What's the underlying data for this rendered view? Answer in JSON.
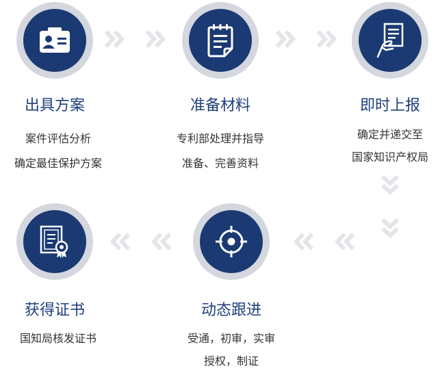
{
  "colors": {
    "circle_fill": "#1b3a73",
    "ring": "#d4d7de",
    "title_text": "#1e3f7d",
    "body_text": "#333333",
    "arrow": "#e3e5e8"
  },
  "steps": [
    {
      "icon": "id-card-icon",
      "title": "出具方案",
      "lines": [
        "案件评估分析",
        "确定最佳保护方案"
      ]
    },
    {
      "icon": "clipboard-icon",
      "title": "准备材料",
      "lines": [
        "专利部处理并指导",
        "准备、完善资料"
      ]
    },
    {
      "icon": "hand-document-icon",
      "title": "即时上报",
      "lines": [
        "确定并递交至",
        "国家知识产权局"
      ]
    },
    {
      "icon": "crosshair-icon",
      "title": "动态跟进",
      "lines": [
        "受通，初审，实审",
        "授权，制证"
      ]
    },
    {
      "icon": "certificate-icon",
      "title": "获得证书",
      "lines": [
        "国知局核发证书"
      ]
    }
  ]
}
